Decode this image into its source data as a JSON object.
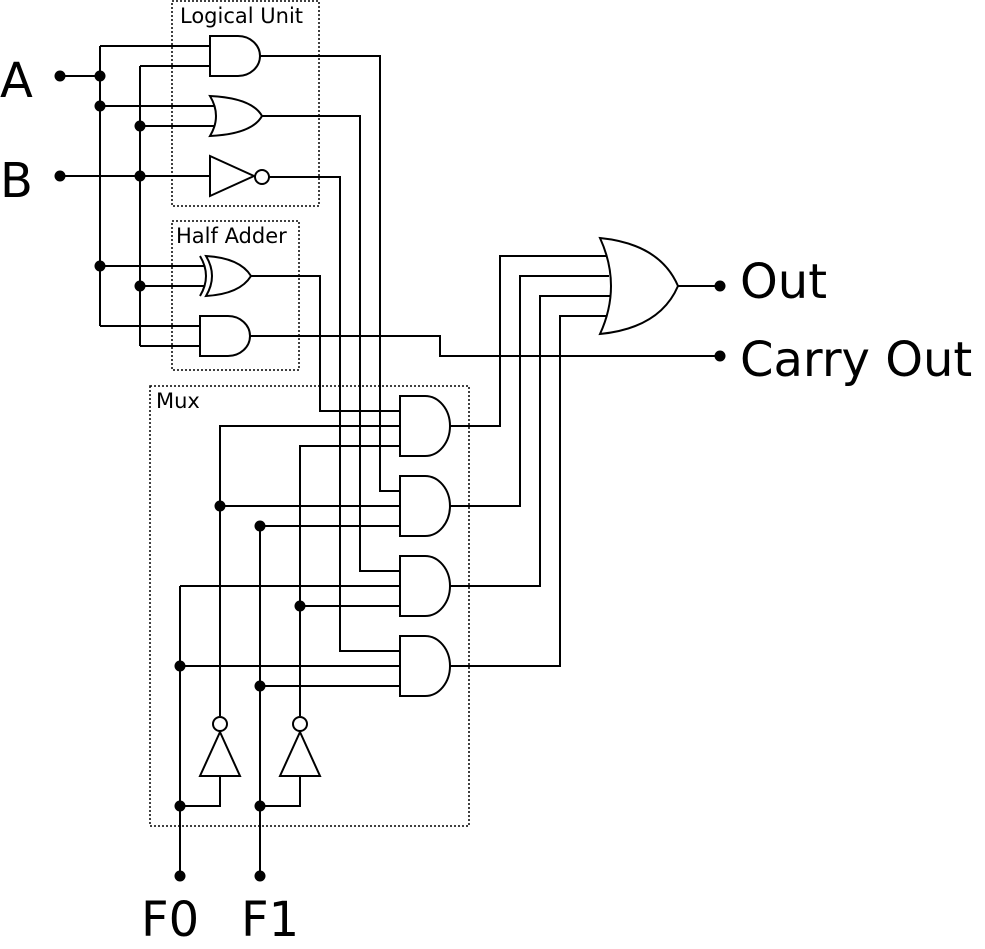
{
  "inputs": {
    "a": "A",
    "b": "B",
    "f0": "F0",
    "f1": "F1"
  },
  "outputs": {
    "out": "Out",
    "carry_out": "Carry Out"
  },
  "blocks": {
    "logical_unit": "Logical Unit",
    "half_adder": "Half Adder",
    "mux": "Mux"
  },
  "colors": {
    "line": "#000000",
    "fill": "#ffffff"
  }
}
